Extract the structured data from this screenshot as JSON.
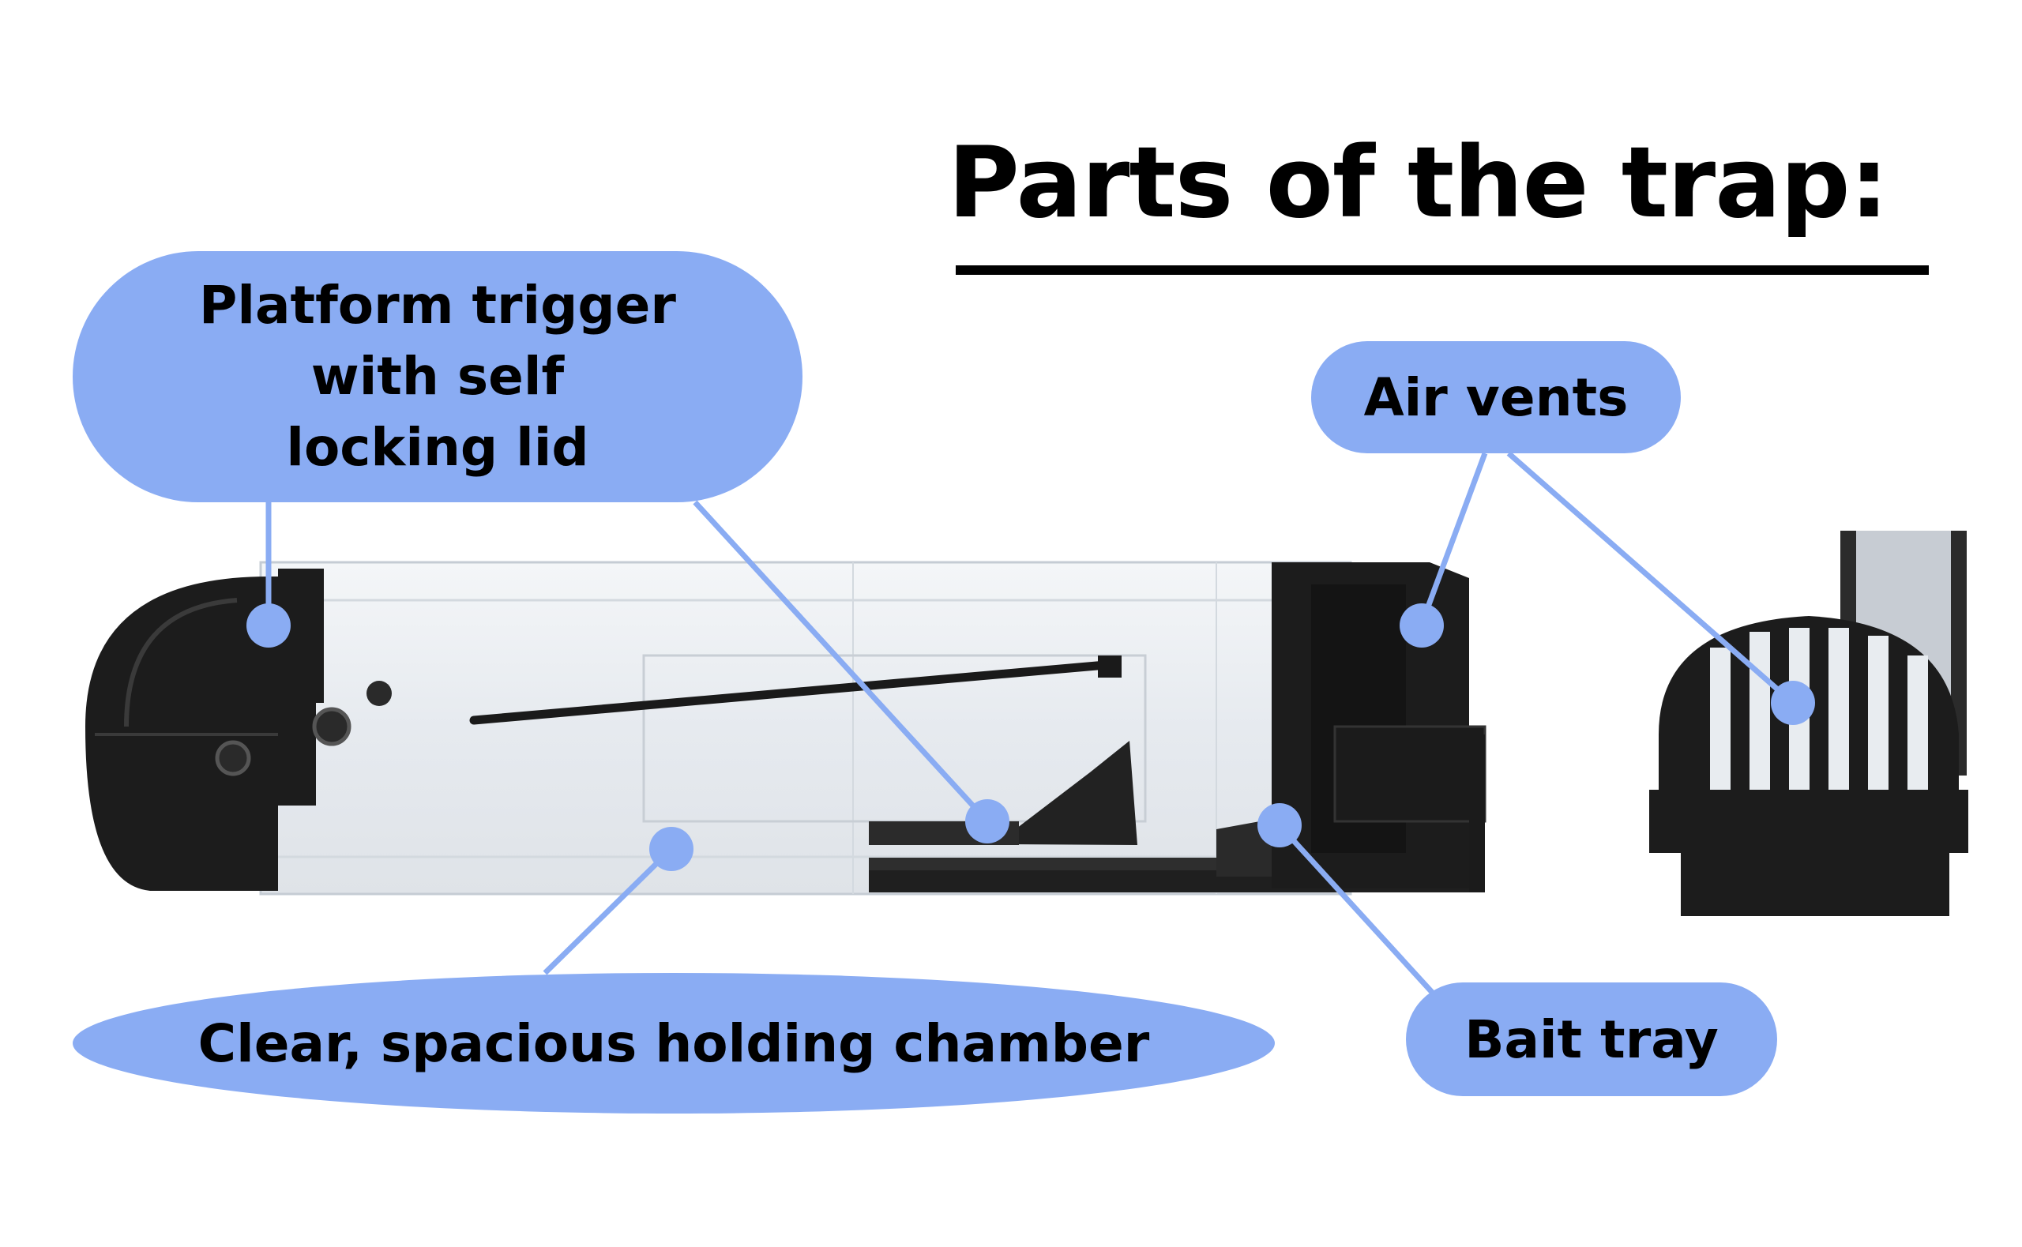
{
  "title": "Parts of the trap:",
  "callouts": {
    "platform": {
      "lines": [
        "Platform trigger",
        "with self",
        "locking lid"
      ]
    },
    "air_vents": {
      "label": "Air vents"
    },
    "chamber": {
      "label": "Clear, spacious holding chamber"
    },
    "bait_tray": {
      "label": "Bait tray"
    }
  },
  "colors": {
    "callout": "#8aacf3",
    "trap_black": "#1c1c1c",
    "clear_plastic": "#e9edf2"
  }
}
